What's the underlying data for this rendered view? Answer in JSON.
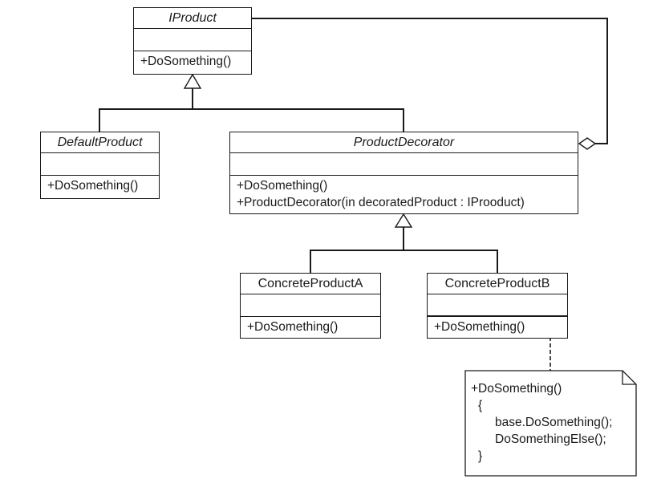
{
  "classes": {
    "iproduct": {
      "name": "IProduct",
      "operations": [
        "+DoSomething()"
      ]
    },
    "default_product": {
      "name": "DefaultProduct",
      "operations": [
        "+DoSomething()"
      ]
    },
    "product_decorator": {
      "name": "ProductDecorator",
      "operations": [
        "+DoSomething()",
        "+ProductDecorator(in decoratedProduct : IProoduct)"
      ]
    },
    "concrete_a": {
      "name": "ConcreteProductA",
      "operations": [
        "+DoSomething()"
      ]
    },
    "concrete_b": {
      "name": "ConcreteProductB",
      "operations": [
        "+DoSomething()"
      ]
    }
  },
  "note": {
    "lines": [
      "+DoSomething()",
      "{",
      "base.DoSomething();",
      "DoSomethingElse();",
      "}"
    ]
  },
  "colors": {
    "line": "#1a1a1a",
    "background": "#ffffff"
  }
}
